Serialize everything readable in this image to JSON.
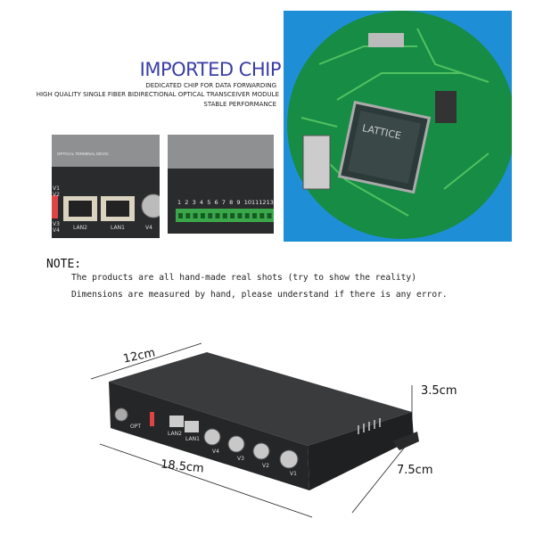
{
  "chip_section": {
    "title": "IMPORTED CHIP",
    "lines": [
      "DEDICATED CHIP FOR DATA FORWARDING",
      "HIGH QUALITY SINGLE FIBER BIDIRECTIONAL OPTICAL TRANSCEIVER MODULE",
      "STABLE PERFORMANCE"
    ],
    "chip_brand": "LATTICE",
    "colors": {
      "title": "#3a3ea6",
      "board_bg": "#1e8fd6",
      "pcb": "#1a9a4a"
    }
  },
  "port_closeup_left": {
    "device_label": "OPTICAL TERMINAL DEVIC",
    "indicators": [
      "V1",
      "V2",
      "V3",
      "V4"
    ],
    "ports": [
      "LAN2",
      "LAN1",
      "V4"
    ]
  },
  "port_closeup_right": {
    "terminal_numbers": [
      "1",
      "2",
      "3",
      "4",
      "5",
      "6",
      "7",
      "8",
      "9",
      "10",
      "11",
      "12",
      "13"
    ]
  },
  "note": {
    "heading": "NOTE:",
    "lines": [
      "The products are all hand-made real shots (try to show the reality)",
      "Dimensions are measured by hand, please understand if there is any error."
    ]
  },
  "device": {
    "ports": [
      "OPT",
      "LAN2",
      "LAN1",
      "V4",
      "V3",
      "V2",
      "V1"
    ],
    "dimensions": {
      "depth": "12cm",
      "height": "3.5cm",
      "width": "18.5cm",
      "side": "7.5cm"
    }
  }
}
